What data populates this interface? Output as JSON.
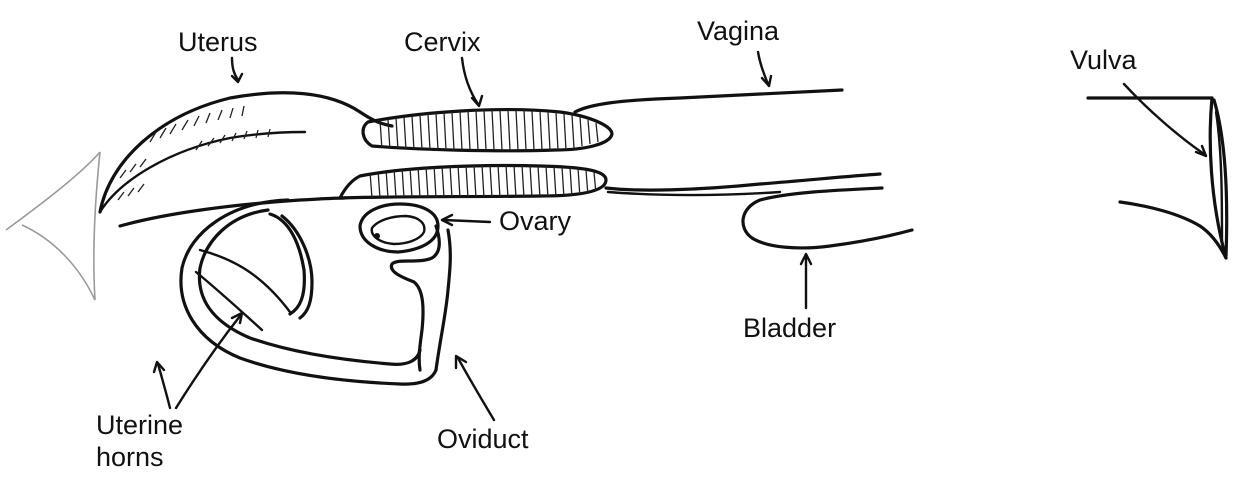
{
  "labels": {
    "uterus": "Uterus",
    "cervix": "Cervix",
    "vagina": "Vagina",
    "vulva": "Vulva",
    "ovary": "Ovary",
    "bladder": "Bladder",
    "uterine_horns_line1": "Uterine",
    "uterine_horns_line2": "horns",
    "oviduct": "Oviduct"
  },
  "colors": {
    "ink": "#111111",
    "watermark": "#9a9a9a",
    "background": "#ffffff"
  }
}
